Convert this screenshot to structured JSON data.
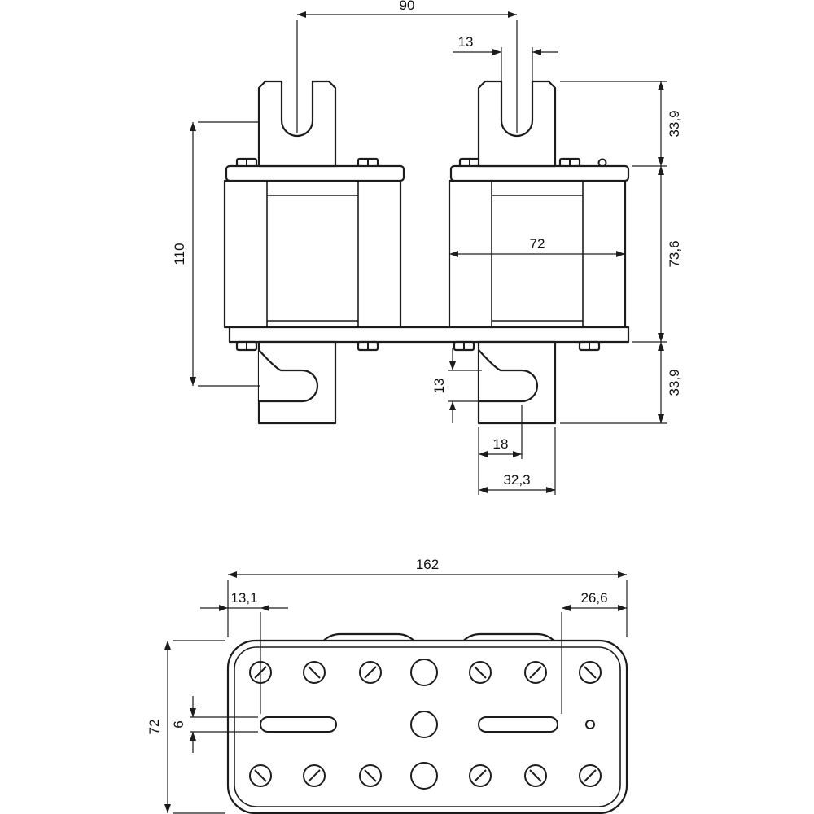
{
  "drawing": {
    "type": "technical-dimension-drawing",
    "subject": "NH fuse link, front view and bottom view",
    "line_color": "#1c1c1c",
    "background_color": "#ffffff",
    "front_view": {
      "dim_90": "90",
      "dim_13_top": "13",
      "dim_33_9_top": "33,9",
      "dim_110": "110",
      "dim_72": "72",
      "dim_73_6": "73,6",
      "dim_33_9_bottom": "33,9",
      "dim_13_bottom": "13",
      "dim_18": "18",
      "dim_32_3": "32,3"
    },
    "bottom_view": {
      "dim_162": "162",
      "dim_13_1": "13,1",
      "dim_26_6": "26,6",
      "dim_72": "72",
      "dim_6": "6"
    }
  }
}
